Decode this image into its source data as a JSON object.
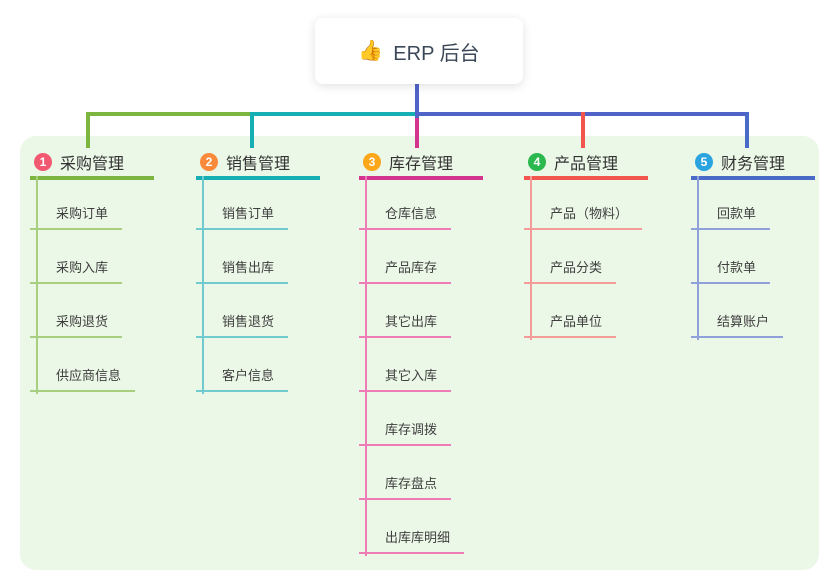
{
  "root": {
    "icon": "👍",
    "title": "ERP 后台"
  },
  "connector_color": "#5063C8",
  "panel_bg": "#EBF7E7",
  "branches": [
    {
      "badge": "1",
      "badge_color": "#F25870",
      "title": "采购管理",
      "color": "#7CB540",
      "child_color": "#A8CF80",
      "children": [
        "采购订单",
        "采购入库",
        "采购退货",
        "供应商信息"
      ]
    },
    {
      "badge": "2",
      "badge_color": "#FA8A3B",
      "title": "销售管理",
      "color": "#16AFB4",
      "child_color": "#6FCBCE",
      "children": [
        "销售订单",
        "销售出库",
        "销售退货",
        "客户信息"
      ]
    },
    {
      "badge": "3",
      "badge_color": "#FBA717",
      "title": "库存管理",
      "color": "#D2348F",
      "child_color": "#EE7CB5",
      "children": [
        "仓库信息",
        "产品库存",
        "其它出库",
        "其它入库",
        "库存调拨",
        "库存盘点",
        "出库库明细"
      ]
    },
    {
      "badge": "4",
      "badge_color": "#2BB94F",
      "title": "产品管理",
      "color": "#F2544E",
      "child_color": "#F49C97",
      "children": [
        "产品（物料）",
        "产品分类",
        "产品单位"
      ]
    },
    {
      "badge": "5",
      "badge_color": "#2BA3DF",
      "title": "财务管理",
      "color": "#4A6AC8",
      "child_color": "#8FA0DB",
      "children": [
        "回款单",
        "付款单",
        "结算账户"
      ]
    }
  ]
}
